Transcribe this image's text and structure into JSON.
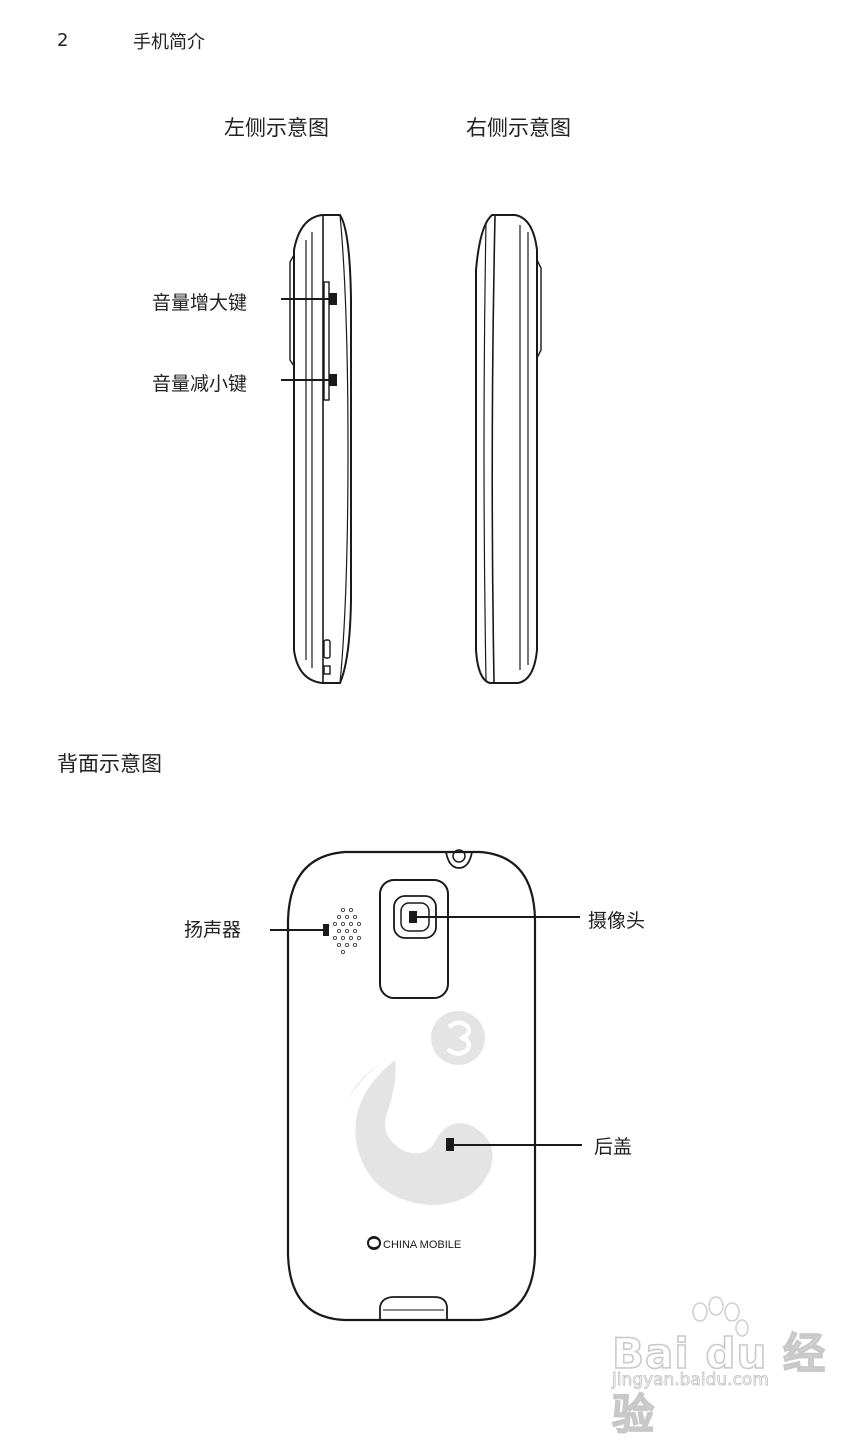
{
  "header": {
    "page_number": "2",
    "section": "手机简介"
  },
  "side_views": {
    "left_title": "左侧示意图",
    "right_title": "右侧示意图",
    "volume_up": "音量增大键",
    "volume_down": "音量减小键"
  },
  "back_view": {
    "title": "背面示意图",
    "speaker": "扬声器",
    "camera": "摄像头",
    "back_cover": "后盖",
    "brand": "CHINA MOBILE"
  },
  "watermark": {
    "text": "Bai du 经验",
    "url": "jingyan.baidu.com"
  }
}
